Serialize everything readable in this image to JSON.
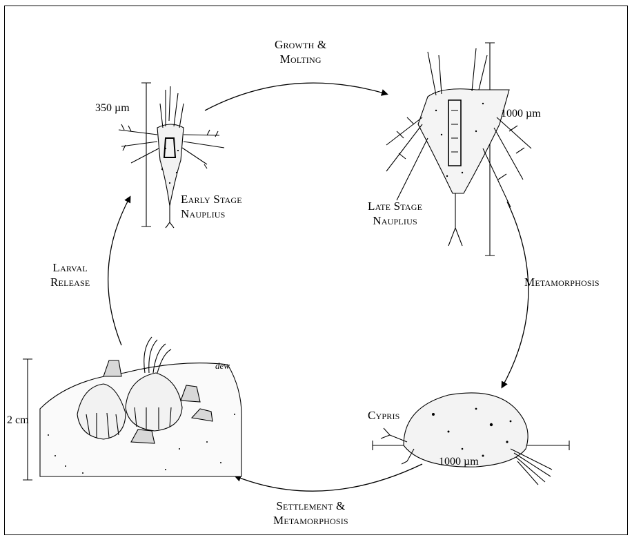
{
  "stages": {
    "early_nauplius": [
      "Early Stage",
      "Nauplius"
    ],
    "late_nauplius": [
      "Late Stage",
      "Nauplius"
    ],
    "cypris": "Cypris"
  },
  "transitions": {
    "growth": [
      "Growth &",
      "Molting"
    ],
    "metamorphosis": "Metamorphosis",
    "settlement": [
      "Settlement &",
      "Metamorphosis"
    ],
    "larval_release": [
      "Larval",
      "Release"
    ]
  },
  "scales": {
    "early_nauplius": "350 µm",
    "late_nauplius": "1000 µm",
    "cypris": "1000 µm",
    "adult": "2 cm"
  },
  "signature": "dew"
}
